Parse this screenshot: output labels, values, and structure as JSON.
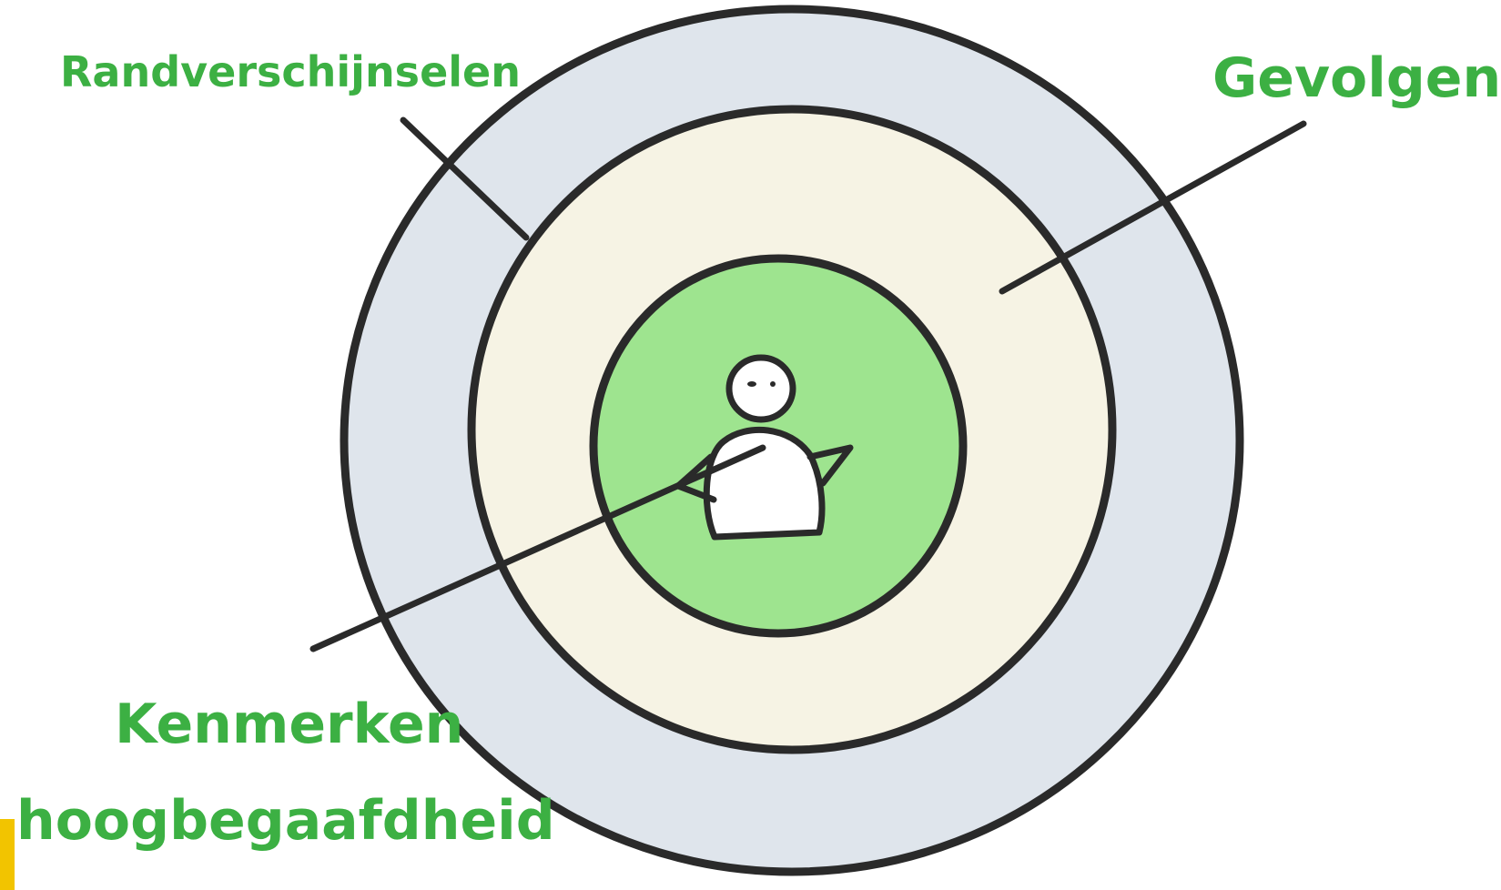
{
  "labels": {
    "outer": "Randverschijnselen",
    "middle": "Gevolgen",
    "inner_line1": "Kenmerken",
    "inner_line2": "hoogbegaafdheid"
  },
  "colors": {
    "label_text": "#3cb043",
    "outer_ring": "#dfe5ec",
    "middle_ring": "#f6f3e4",
    "inner_circle": "#9ee48f",
    "outline": "#2a2a2a",
    "figure_fill": "#ffffff",
    "corner_mark": "#f2c400"
  },
  "icons": {
    "center_figure": "person-figure-icon"
  }
}
